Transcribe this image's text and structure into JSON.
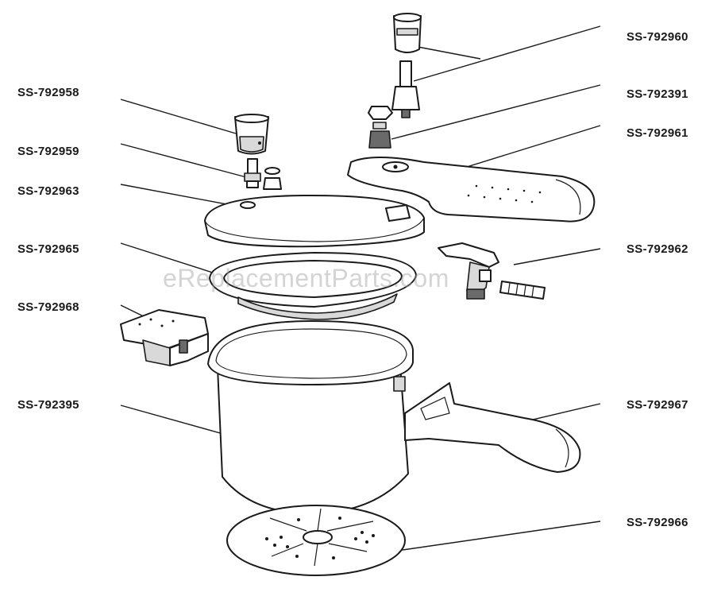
{
  "watermark": "eReplacementParts.com",
  "labels_left": [
    {
      "id": "l1",
      "text": "SS-792958"
    },
    {
      "id": "l2",
      "text": "SS-792959"
    },
    {
      "id": "l3",
      "text": "SS-792963"
    },
    {
      "id": "l4",
      "text": "SS-792965"
    },
    {
      "id": "l5",
      "text": "SS-792968"
    },
    {
      "id": "l6",
      "text": "SS-792395"
    }
  ],
  "labels_right": [
    {
      "id": "r1",
      "text": "SS-792960"
    },
    {
      "id": "r2",
      "text": "SS-792391"
    },
    {
      "id": "r3",
      "text": "SS-792961"
    },
    {
      "id": "r4",
      "text": "SS-792962"
    },
    {
      "id": "r5",
      "text": "SS-792967"
    },
    {
      "id": "r6",
      "text": "SS-792966"
    }
  ]
}
